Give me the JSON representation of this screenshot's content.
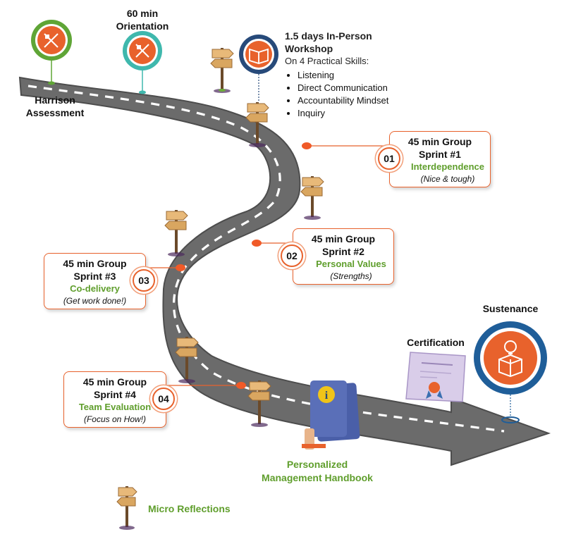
{
  "milestones": {
    "harrison": {
      "line1": "Harrison",
      "line2": "Assessment",
      "icon": "pencil-ruler-icon"
    },
    "orientation": {
      "line1": "60 min",
      "line2": "Orientation",
      "icon": "pencil-ruler-icon"
    },
    "workshop": {
      "line1": "1.5 days In-Person",
      "line2": "Workshop",
      "subtitle": "On 4 Practical Skills:",
      "skills": [
        "Listening",
        "Direct Communication",
        "Accountability Mindset",
        "Inquiry"
      ],
      "icon": "open-book-icon"
    },
    "certification": {
      "label": "Certification",
      "icon": "certificate-icon"
    },
    "sustenance": {
      "label": "Sustenance",
      "icon": "gift-box-lightbulb-icon"
    },
    "handbook": {
      "line1": "Personalized",
      "line2": "Management Handbook",
      "icon": "handbook-info-icon"
    }
  },
  "sprints": [
    {
      "number": "01",
      "line1": "45 min Group",
      "line2": "Sprint #1",
      "focus": "Interdependence",
      "note": "(Nice & tough)"
    },
    {
      "number": "02",
      "line1": "45 min Group",
      "line2": "Sprint #2",
      "focus": "Personal Values",
      "note": "(Strengths)"
    },
    {
      "number": "03",
      "line1": "45 min Group",
      "line2": "Sprint #3",
      "focus": "Co-delivery",
      "note": "(Get work done!)"
    },
    {
      "number": "04",
      "line1": "45 min Group",
      "line2": "Sprint #4",
      "focus": "Team Evaluation",
      "note": "(Focus on How!)"
    }
  ],
  "legend": {
    "label": "Micro Reflections",
    "icon": "signpost-icon"
  },
  "colors": {
    "road": "#6e6e6e",
    "road_edge": "#555555",
    "accent_orange": "#e8622c",
    "accent_green": "#5f9e2c",
    "pin_green": "#5fa536",
    "pin_teal": "#3fb8ad",
    "pin_navy": "#274a7a",
    "pin_blue": "#1f5e99"
  }
}
